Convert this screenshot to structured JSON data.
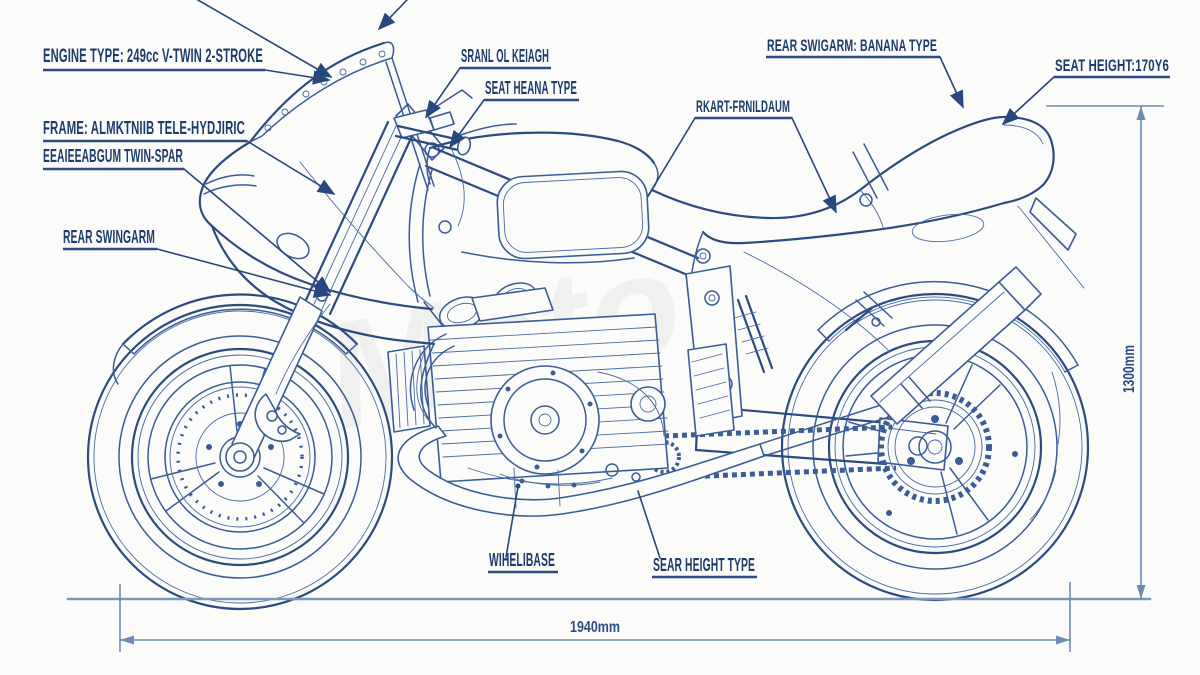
{
  "figure": "motorcycle-blueprint-diagram",
  "colors": {
    "background": "#fbfbf9",
    "ink": "#3a5c97",
    "ink_dark": "#2c4b80",
    "label": "#1d3b6c",
    "dimension": "#6f8cb0",
    "watermark": "#777777"
  },
  "labels": {
    "engine_type": "ENGINE TYPE: 249cc V-TWIN 2-STROKE",
    "frame_line1": "FRAME: ALMKTNIIB TELE-HYDJIRIC",
    "frame_line2": "EEAIEEABGUM TWIN-SPAR",
    "rear_swingarm": "REAR SWINGARM",
    "srawl": "SRANL OL KEIAGH",
    "seat_heana": "SEAT HEANA TYPE",
    "rkart": "RKART-FRNILDAUM",
    "banana": "REAR SWIGARM: BANANA TYPE",
    "seat_height": "SEAT HEIGHT:170Y6",
    "wheelbase": "WIHELIBASE",
    "sear_height_type": "SEAR HEIGHT TYPE"
  },
  "dimensions": {
    "wheelbase_value": "1940mm",
    "height_value": "1300mm"
  },
  "watermark_text": "Moto"
}
